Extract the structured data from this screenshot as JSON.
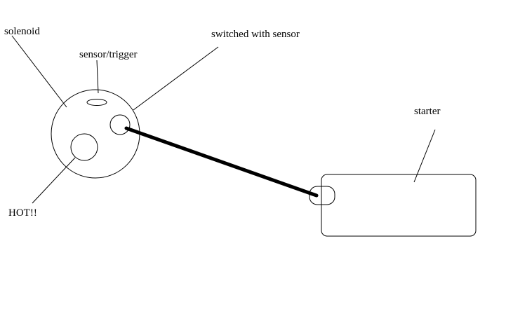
{
  "labels": {
    "solenoid": "solenoid",
    "sensor_trigger": "sensor/trigger",
    "switched_with_sensor": "switched with sensor",
    "starter": "starter",
    "hot": "HOT!!"
  },
  "colors": {
    "ink": "#000000",
    "background": "#ffffff"
  }
}
